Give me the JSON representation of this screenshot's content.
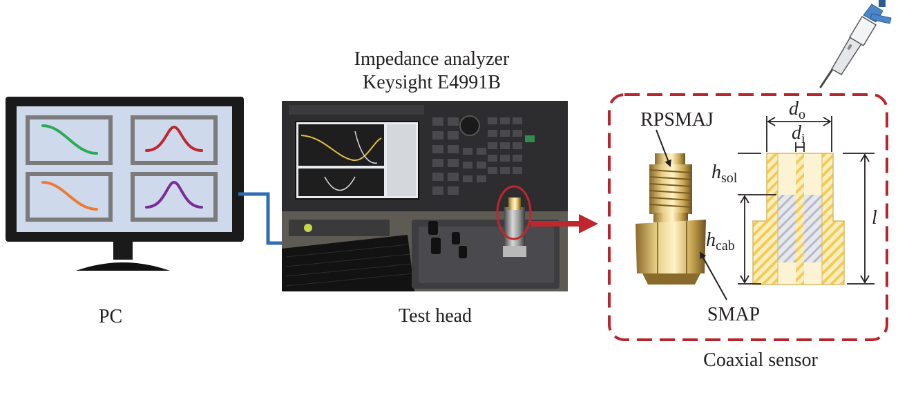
{
  "labels": {
    "pc": "PC",
    "analyzer_line1": "Impedance analyzer",
    "analyzer_line2": "Keysight E4991B",
    "test_head": "Test head",
    "rpsmaj": "RPSMAJ",
    "smap": "SMAP",
    "coaxial_sensor": "Coaxial sensor"
  },
  "dimensions": {
    "outer_diameter": {
      "symbol": "d",
      "subscript": "o"
    },
    "inner_diameter": {
      "symbol": "d",
      "subscript": "i"
    },
    "solder_height": {
      "symbol": "h",
      "subscript": "sol"
    },
    "cable_height": {
      "symbol": "h",
      "subscript": "cab"
    },
    "length": {
      "symbol": "l"
    }
  },
  "monitor_curves": [
    {
      "shape": "falling-s",
      "color": "#2aa956"
    },
    {
      "shape": "peak",
      "color": "#c0262d"
    },
    {
      "shape": "falling-s",
      "color": "#ec7a35"
    },
    {
      "shape": "peak",
      "color": "#7a2d9a"
    }
  ],
  "colors": {
    "connection_line": "#2e6db4",
    "highlight": "#c0262d",
    "sensor_box": "#b8262d",
    "monitor_screen": "#cfd9ec",
    "hatch_gold": "#f2cc5a"
  }
}
